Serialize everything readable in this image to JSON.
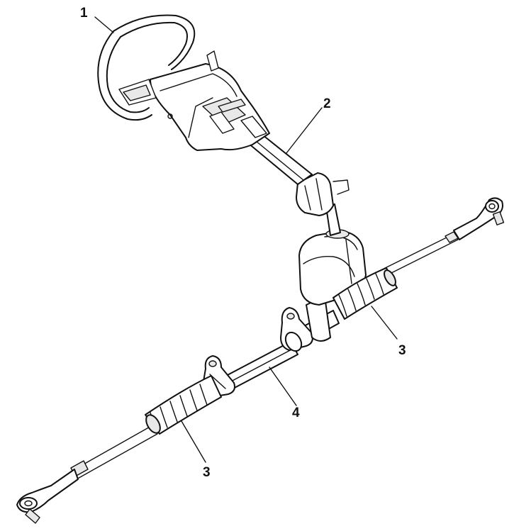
{
  "callouts": [
    {
      "id": "steering-wheel",
      "text": "1"
    },
    {
      "id": "steering-column",
      "text": "2"
    },
    {
      "id": "boot-right",
      "text": "3"
    },
    {
      "id": "rack-housing",
      "text": "4"
    },
    {
      "id": "boot-left",
      "text": "3"
    }
  ]
}
